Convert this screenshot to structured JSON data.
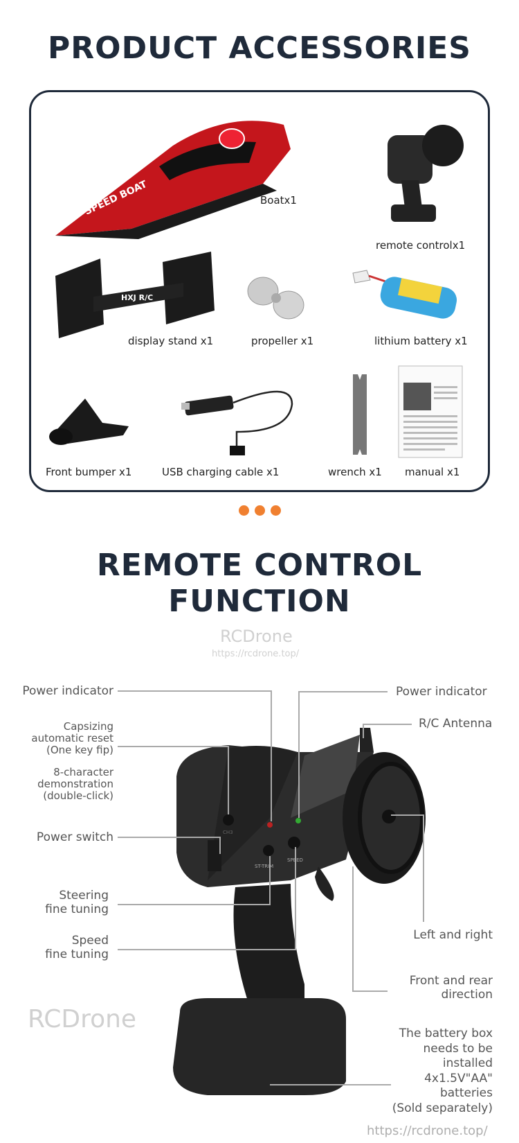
{
  "accessories": {
    "title": "PRODUCT ACCESSORIES",
    "items": [
      {
        "label": "Boatx1",
        "icon": "boat"
      },
      {
        "label": "remote controlx1",
        "icon": "remote-control"
      },
      {
        "label": "display stand x1",
        "icon": "display-stand"
      },
      {
        "label": "propeller x1",
        "icon": "propeller"
      },
      {
        "label": "lithium battery x1",
        "icon": "battery"
      },
      {
        "label": "Front bumper x1",
        "icon": "front-bumper"
      },
      {
        "label": "USB charging cable x1",
        "icon": "usb-cable"
      },
      {
        "label": "wrench x1",
        "icon": "wrench"
      },
      {
        "label": "manual x1",
        "icon": "manual"
      }
    ],
    "boat_text": "SPEED BOAT",
    "stand_logo": "HXJ R/C"
  },
  "pager_dots_color": "#f08030",
  "remote": {
    "title_line1": "REMOTE CONTROL",
    "title_line2": "FUNCTION",
    "callouts_left": [
      "Power indicator",
      "Capsizing\nautomatic reset\n(One key fip)",
      "8-character\ndemonstration\n(double-click)",
      "Power switch",
      "Steering\nfine tuning",
      "Speed\nfine tuning"
    ],
    "callouts_right": [
      "Power indicator",
      "R/C Antenna",
      "Left and right",
      "Front and rear\ndirection",
      "The battery box\nneeds to be\ninstalled\n4x1.5V\"AA\"\nbatteries\n(Sold separately)"
    ],
    "device_labels": {
      "ch3": "CH3",
      "st_trim": "ST-TRIM",
      "speed": "SPEED"
    }
  },
  "watermark": {
    "brand": "RCDrone",
    "url": "https://rcdrone.top/"
  }
}
